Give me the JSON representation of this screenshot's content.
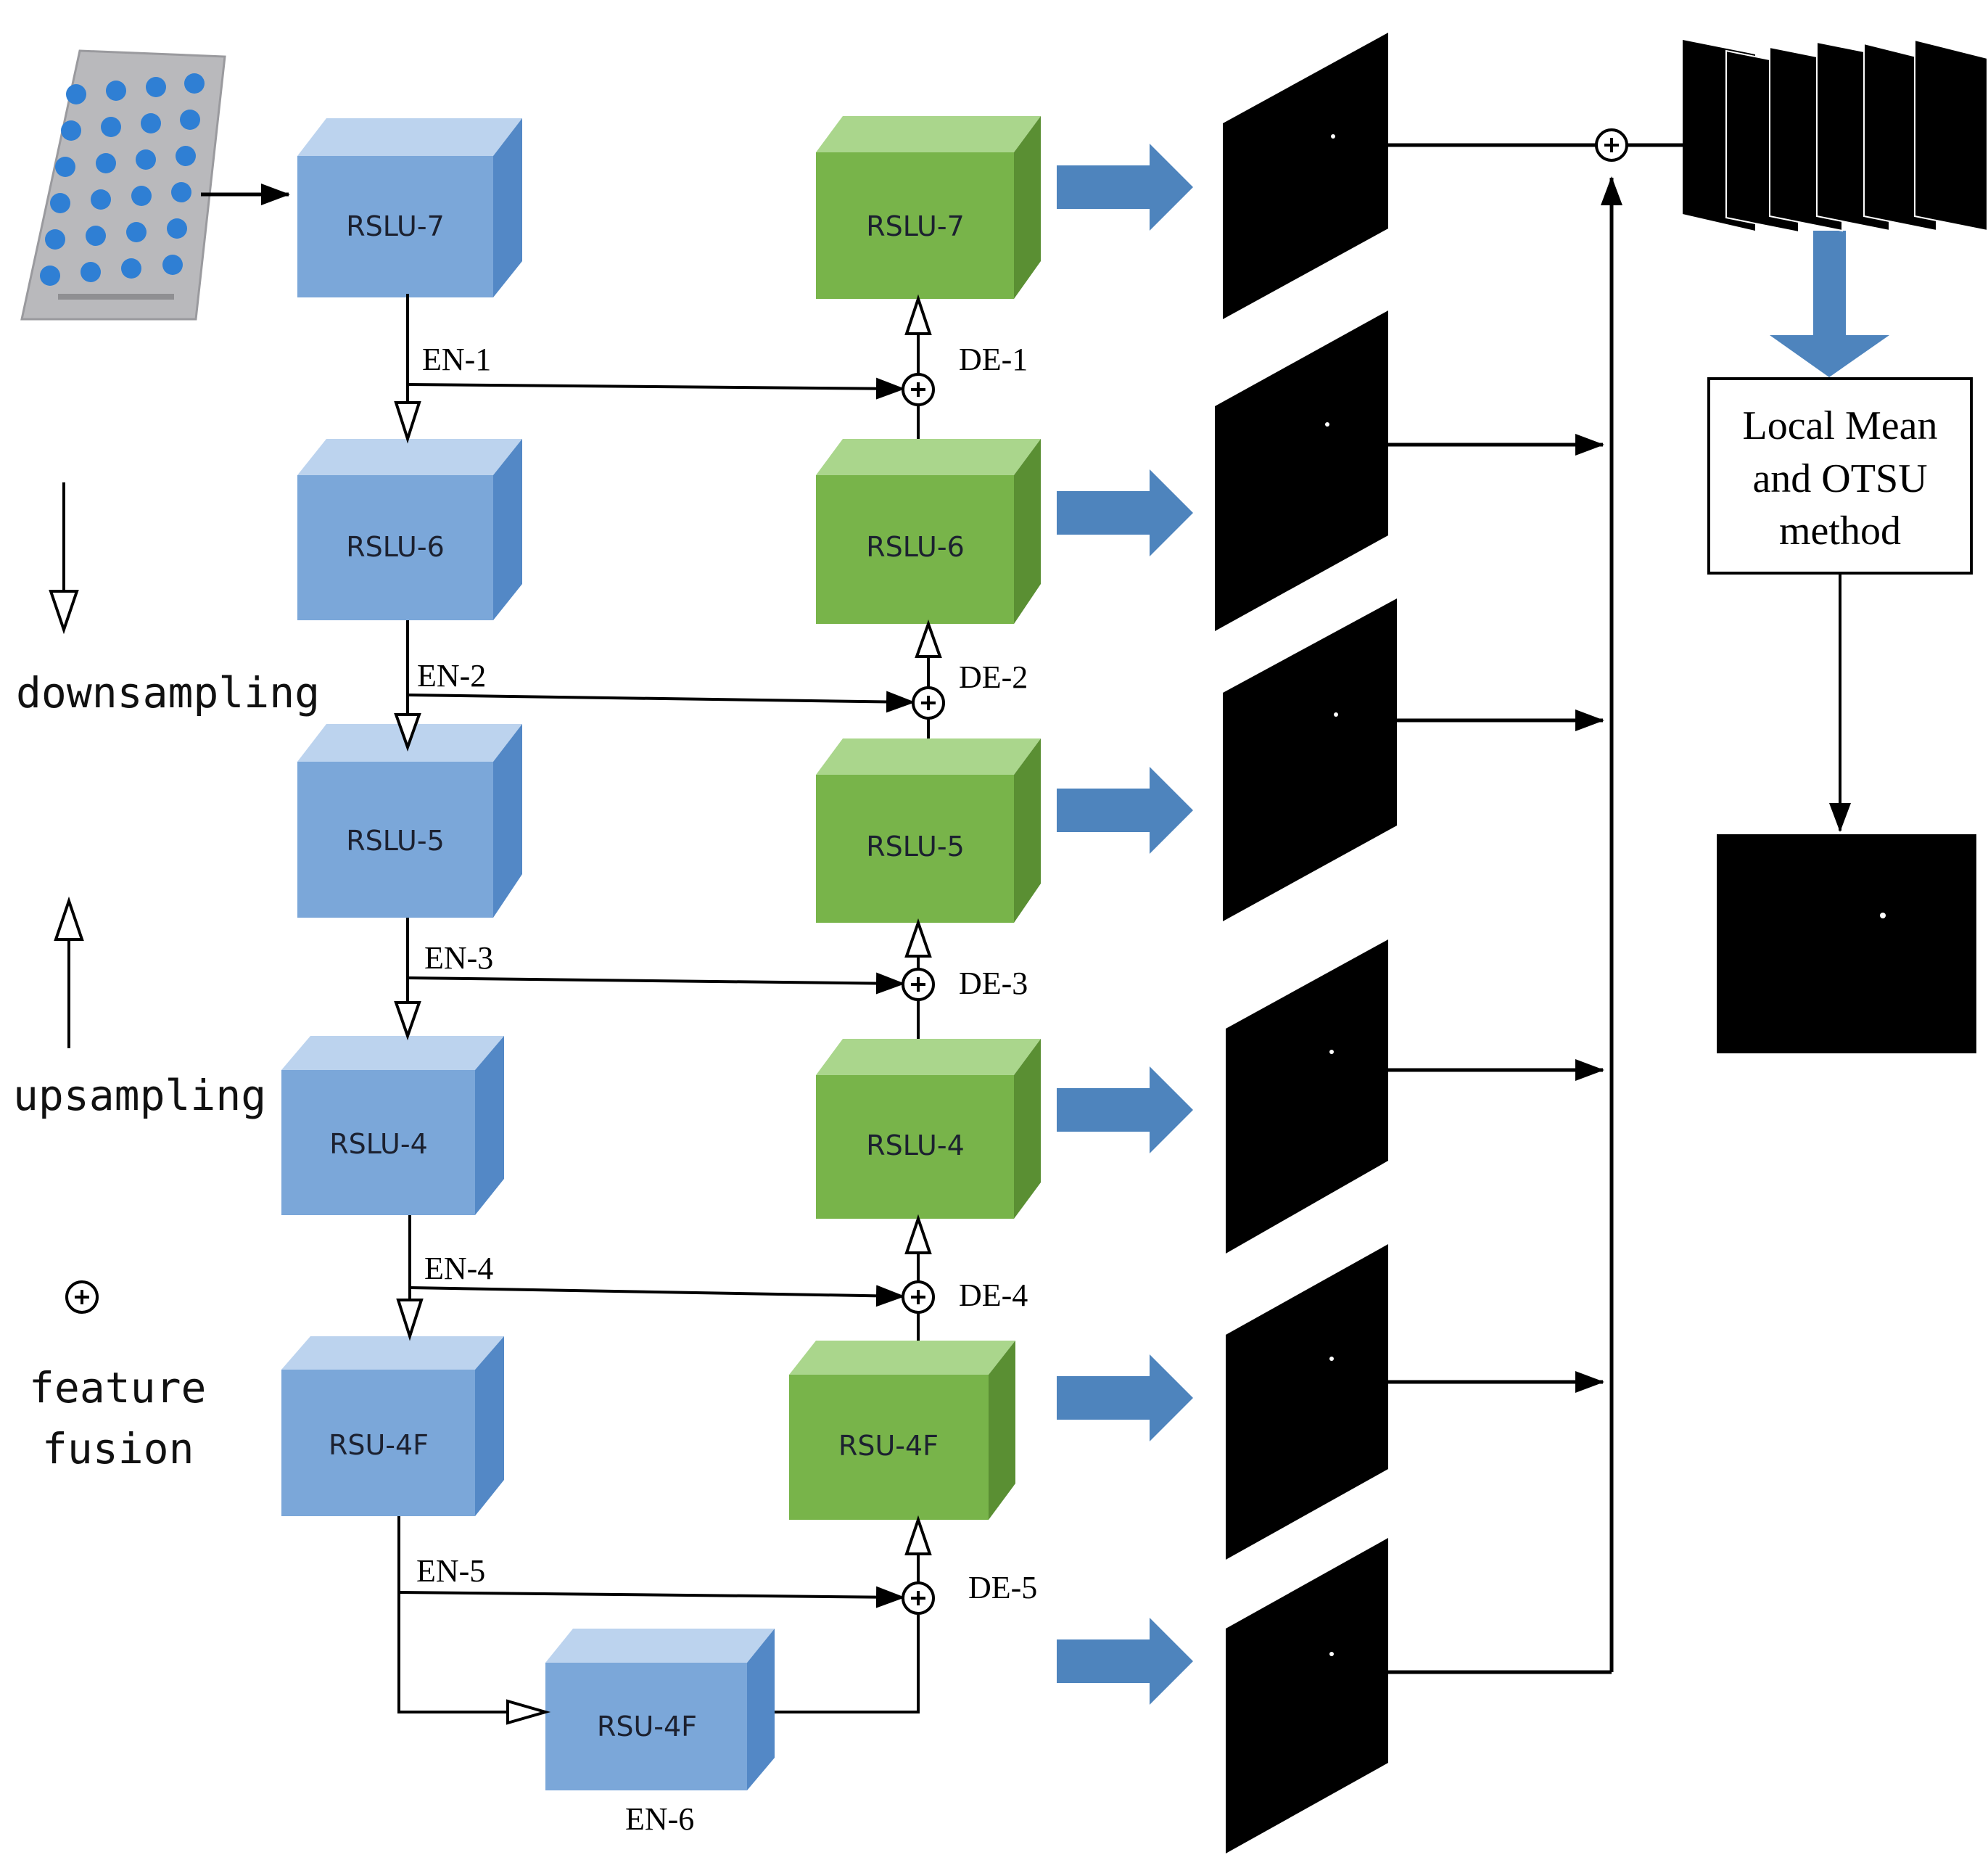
{
  "encoder": {
    "en1": {
      "name": "RSLU-7",
      "label": "EN-1"
    },
    "en2": {
      "name": "RSLU-6",
      "label": "EN-2"
    },
    "en3": {
      "name": "RSLU-5",
      "label": "EN-3"
    },
    "en4": {
      "name": "RSLU-4",
      "label": "EN-4"
    },
    "en5": {
      "name": "RSU-4F",
      "label": "EN-5"
    },
    "en6": {
      "name": "RSU-4F",
      "label": "EN-6"
    }
  },
  "decoder": {
    "d7": {
      "name": "RSLU-7"
    },
    "d6": {
      "name": "RSLU-6"
    },
    "d5": {
      "name": "RSLU-5"
    },
    "d4": {
      "name": "RSLU-4"
    },
    "d4f": {
      "name": "RSU-4F"
    },
    "labels": [
      "DE-1",
      "DE-2",
      "DE-3",
      "DE-4",
      "DE-5"
    ]
  },
  "legend": {
    "down": "downsampling",
    "up": "upsampling",
    "fusion_line1": "feature",
    "fusion_line2": "fusion"
  },
  "postprocess": {
    "line1": "Local Mean",
    "line2": "and OTSU",
    "line3": "method"
  },
  "colors": {
    "encoder_front": "#7ba7d9",
    "encoder_top": "#bcd3ee",
    "encoder_side": "#5388c6",
    "decoder_front": "#78b44a",
    "decoder_top": "#aad68c",
    "decoder_side": "#5a8f33",
    "arrow_blue": "#4e84bd"
  }
}
